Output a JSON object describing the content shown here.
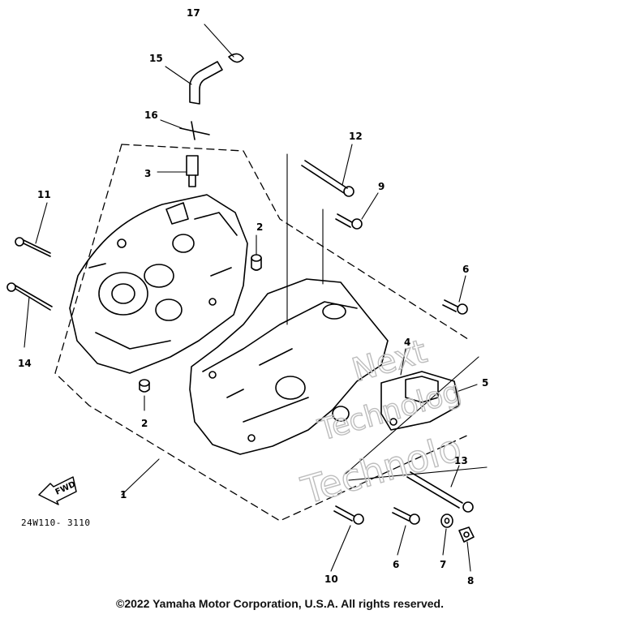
{
  "diagram": {
    "figure_id": "24W110- 3110",
    "fwd_label": "FWD",
    "copyright": "©2022 Yamaha Motor Corporation, U.S.A. All rights reserved.",
    "watermark": [
      "Next",
      "Technolog",
      "Technolo"
    ],
    "callouts": [
      "17",
      "15",
      "16",
      "3",
      "11",
      "2",
      "14",
      "2",
      "1",
      "12",
      "9",
      "6",
      "4",
      "5",
      "13",
      "10",
      "6",
      "7",
      "8"
    ]
  }
}
